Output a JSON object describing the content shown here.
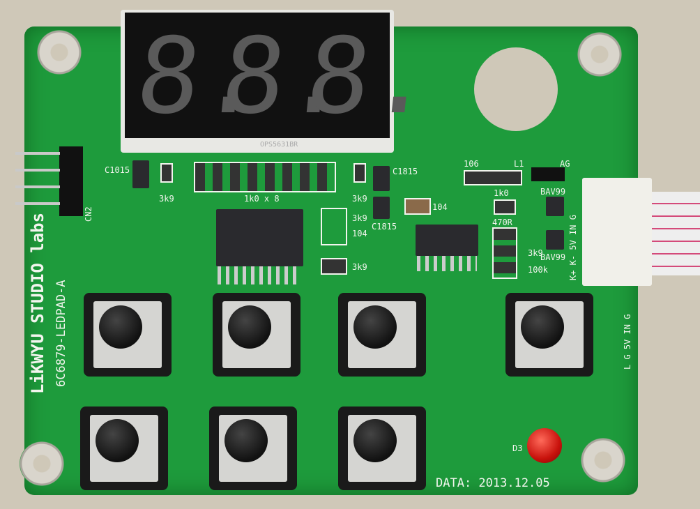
{
  "display": {
    "digits": [
      "8.",
      "8.",
      "8."
    ],
    "part_number": "OPS5631BR"
  },
  "silkscreen": {
    "brand": "LiKWYU STUDIO labs",
    "board_name": "6C6879-LEDPAD-A",
    "connector_label": "CN2",
    "c1015_left": "C1015",
    "r_3k9_left": "3k9",
    "r_array": "1k0 x 8",
    "r_3k9_mid": "3k9",
    "c1815_top": "C1815",
    "r_3k9_a": "3k9",
    "cap_104_a": "104",
    "c1815_bottom": "C1815",
    "cap_104_b": "104",
    "r_3k9_b": "3k9",
    "cap_106": "106",
    "inductor": "L1",
    "diode_ag": "AG",
    "bav99_top": "BAV99",
    "r_1k0": "1k0",
    "r_470r": "470R",
    "r_3k9_c": "3k9",
    "r_100k": "100k",
    "bav99_bottom": "BAV99",
    "pins_right": "K+ K- 5V IN G",
    "pins_bottom": "L G 5V IN G",
    "led": "D3",
    "date": "DATA: 2013.12.05"
  }
}
